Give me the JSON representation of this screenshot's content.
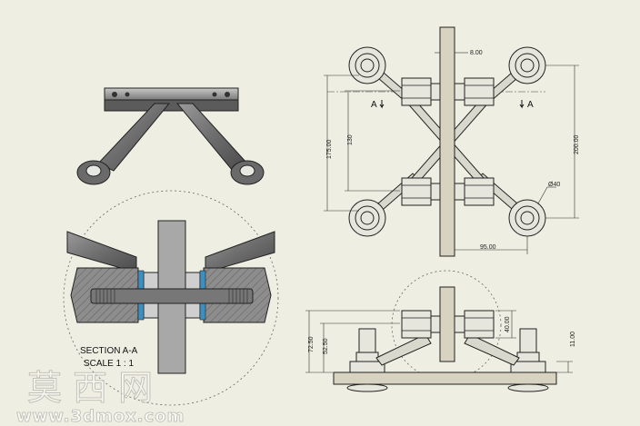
{
  "section": {
    "title": "SECTION A-A",
    "scale": "SCALE 1 : 1"
  },
  "section_markers": {
    "left": "A",
    "right": "A"
  },
  "dimensions": {
    "plate_thickness": "8.00",
    "arm_span_outer": "175.00",
    "arm_span_inner": "130",
    "height_total": "200.00",
    "hole_dia": "Ø40",
    "width": "95.00",
    "side_height_1": "72.50",
    "side_height_2": "52.50",
    "fitting_height": "40.00",
    "base_thickness": "11.00"
  },
  "watermark": {
    "text": "莫 西 网",
    "url": "www.3dmox.com"
  }
}
